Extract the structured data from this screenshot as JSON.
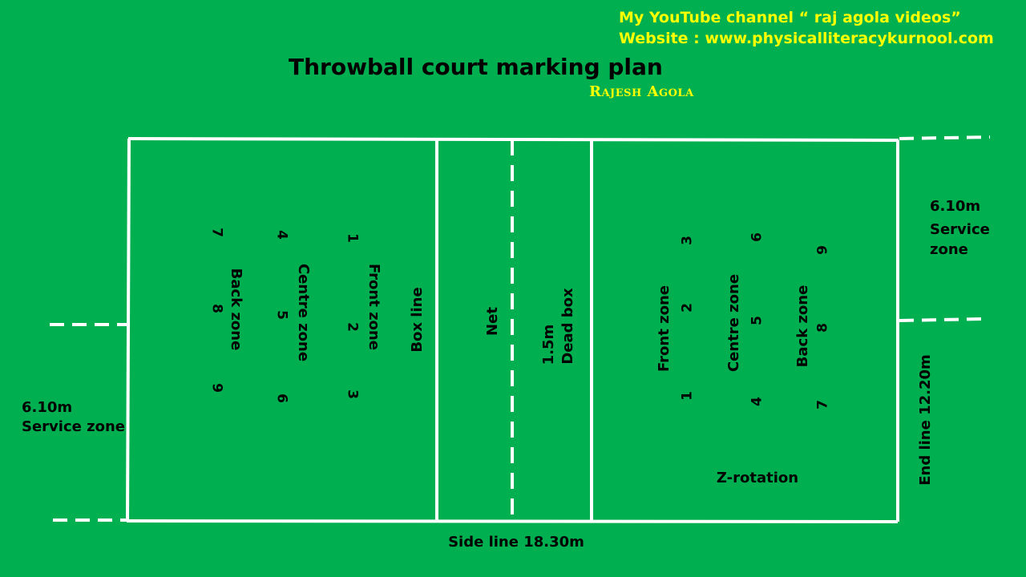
{
  "header": {
    "channel": "My YouTube channel “ raj agola videos”",
    "website": "Website : www.physicalliteracykurnool.com",
    "title": "Throwball  court marking plan",
    "author": "Rajesh Agola"
  },
  "colors": {
    "background": "#00b050",
    "lines": "#ffffff",
    "text": "#000000",
    "accent": "#ffff00"
  },
  "left_half": {
    "back_zone": "Back zone",
    "centre_zone": "Centre zone",
    "front_zone": "Front zone",
    "back_numbers": [
      "7",
      "8",
      "9"
    ],
    "centre_numbers": [
      "4",
      "5",
      "6"
    ],
    "front_numbers": [
      "1",
      "2",
      "3"
    ]
  },
  "centre": {
    "box_line": "Box line",
    "net": "Net",
    "dead_box_size": "1.5m",
    "dead_box": "Dead box"
  },
  "right_half": {
    "front_zone": "Front zone",
    "centre_zone": "Centre zone",
    "back_zone": "Back zone",
    "front_numbers": [
      "3",
      "2",
      "1"
    ],
    "centre_numbers": [
      "6",
      "5",
      "4"
    ],
    "back_numbers": [
      "9",
      "8",
      "7"
    ],
    "rotation": "Z-rotation"
  },
  "service_zone_left": {
    "size": "6.10m",
    "label": "Service zone"
  },
  "service_zone_right": {
    "size": "6.10m",
    "label_line1": "Service",
    "label_line2": "zone"
  },
  "measurements": {
    "side_line": "Side line 18.30m",
    "end_line": "End line 12.20m"
  }
}
